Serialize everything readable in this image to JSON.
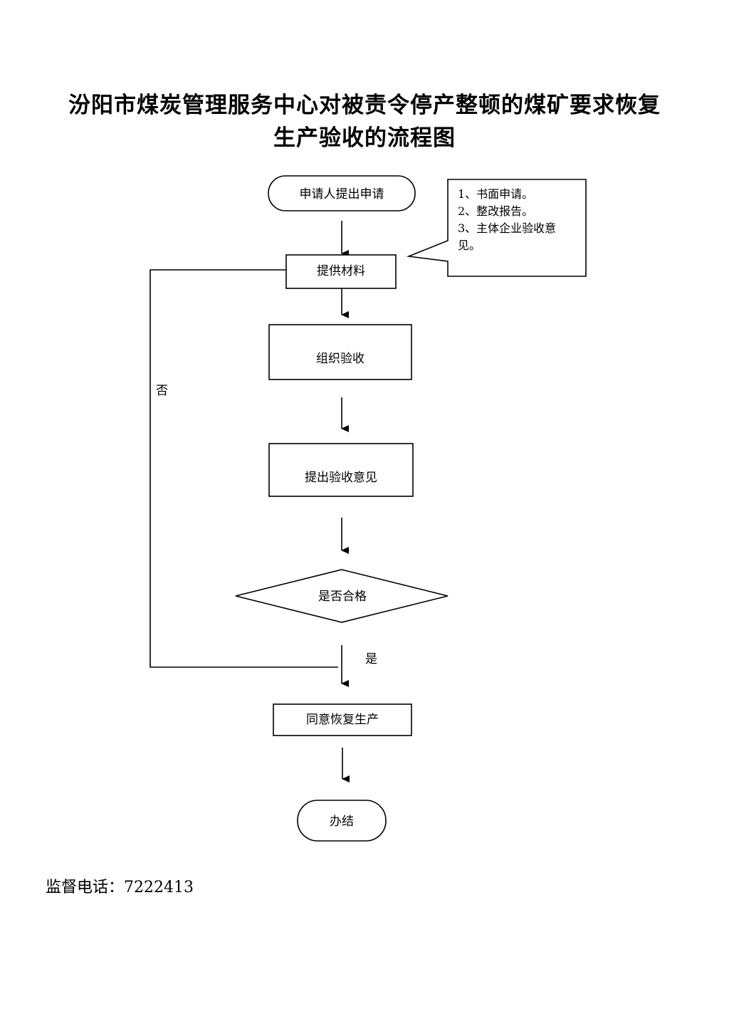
{
  "title": {
    "line1": "汾阳市煤炭管理服务中心对被责令停产整顿的煤矿要求恢复",
    "line2": "生产验收的流程图"
  },
  "nodes": {
    "start": "申请人提出申请",
    "materials": "提供材料",
    "organize": "组织验收",
    "opinion": "提出验收意见",
    "decision": "是否合格",
    "approve": "同意恢复生产",
    "end": "办结"
  },
  "callout": {
    "line1": "1、书面申请。",
    "line2": "2、整改报告。",
    "line3": "3、主体企业验收意",
    "line4": "见。"
  },
  "branches": {
    "no": "否",
    "yes": "是"
  },
  "footer": {
    "phone_label": "监督电话：",
    "phone_number": "7222413"
  }
}
